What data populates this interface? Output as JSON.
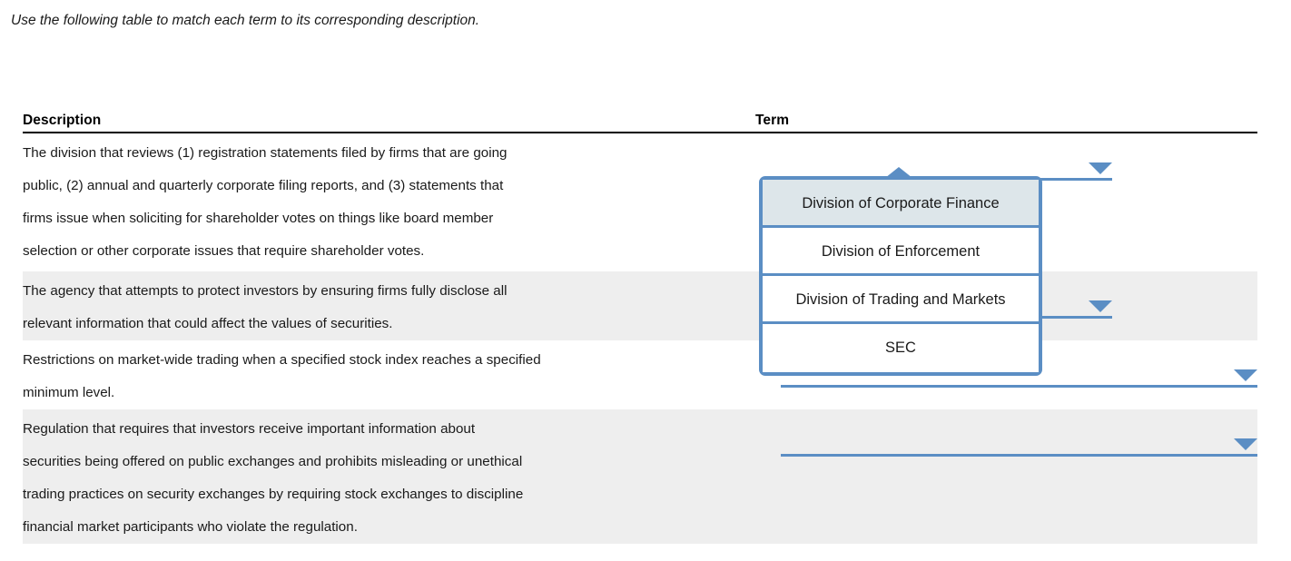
{
  "instruction": "Use the following table to match each term to its corresponding description.",
  "table": {
    "headers": {
      "description": "Description",
      "term": "Term"
    },
    "rows": [
      {
        "description_lines": [
          "The division that reviews (1) registration statements filed by firms that are going",
          "public, (2) annual and quarterly corporate filing reports, and (3) statements that",
          "firms issue when soliciting for shareholder votes on things like board member",
          "selection or other corporate issues that require shareholder votes."
        ],
        "term_value": "",
        "shaded": false
      },
      {
        "description_lines": [
          "The agency that attempts to protect investors by ensuring firms fully disclose all",
          "relevant information that could affect the values of securities."
        ],
        "term_value": "",
        "shaded": true
      },
      {
        "description_lines": [
          "Restrictions on market-wide trading when a specified stock index reaches a specified",
          "minimum level."
        ],
        "term_value": "",
        "shaded": false
      },
      {
        "description_lines": [
          "Regulation that requires that investors receive important information about",
          "securities being offered on public exchanges and prohibits misleading or unethical",
          "trading practices on security exchanges by requiring stock exchanges to discipline",
          "financial market participants who violate the regulation."
        ],
        "term_value": "",
        "shaded": true
      }
    ]
  },
  "dropdown": {
    "open": true,
    "owner_row_index": 0,
    "options": [
      "Division of Corporate Finance",
      "Division of Enforcement",
      "Division of Trading and Markets",
      "SEC"
    ],
    "highlighted_index": 0
  },
  "colors": {
    "accent": "#5b8ec4",
    "highlight_bg": "#dde6ea",
    "row_shade": "#eeeeee",
    "rule": "#000000",
    "text": "#1a1a1a"
  },
  "icons": {
    "select_caret": "chevron-down-icon",
    "panel_caret": "chevron-up-icon"
  }
}
